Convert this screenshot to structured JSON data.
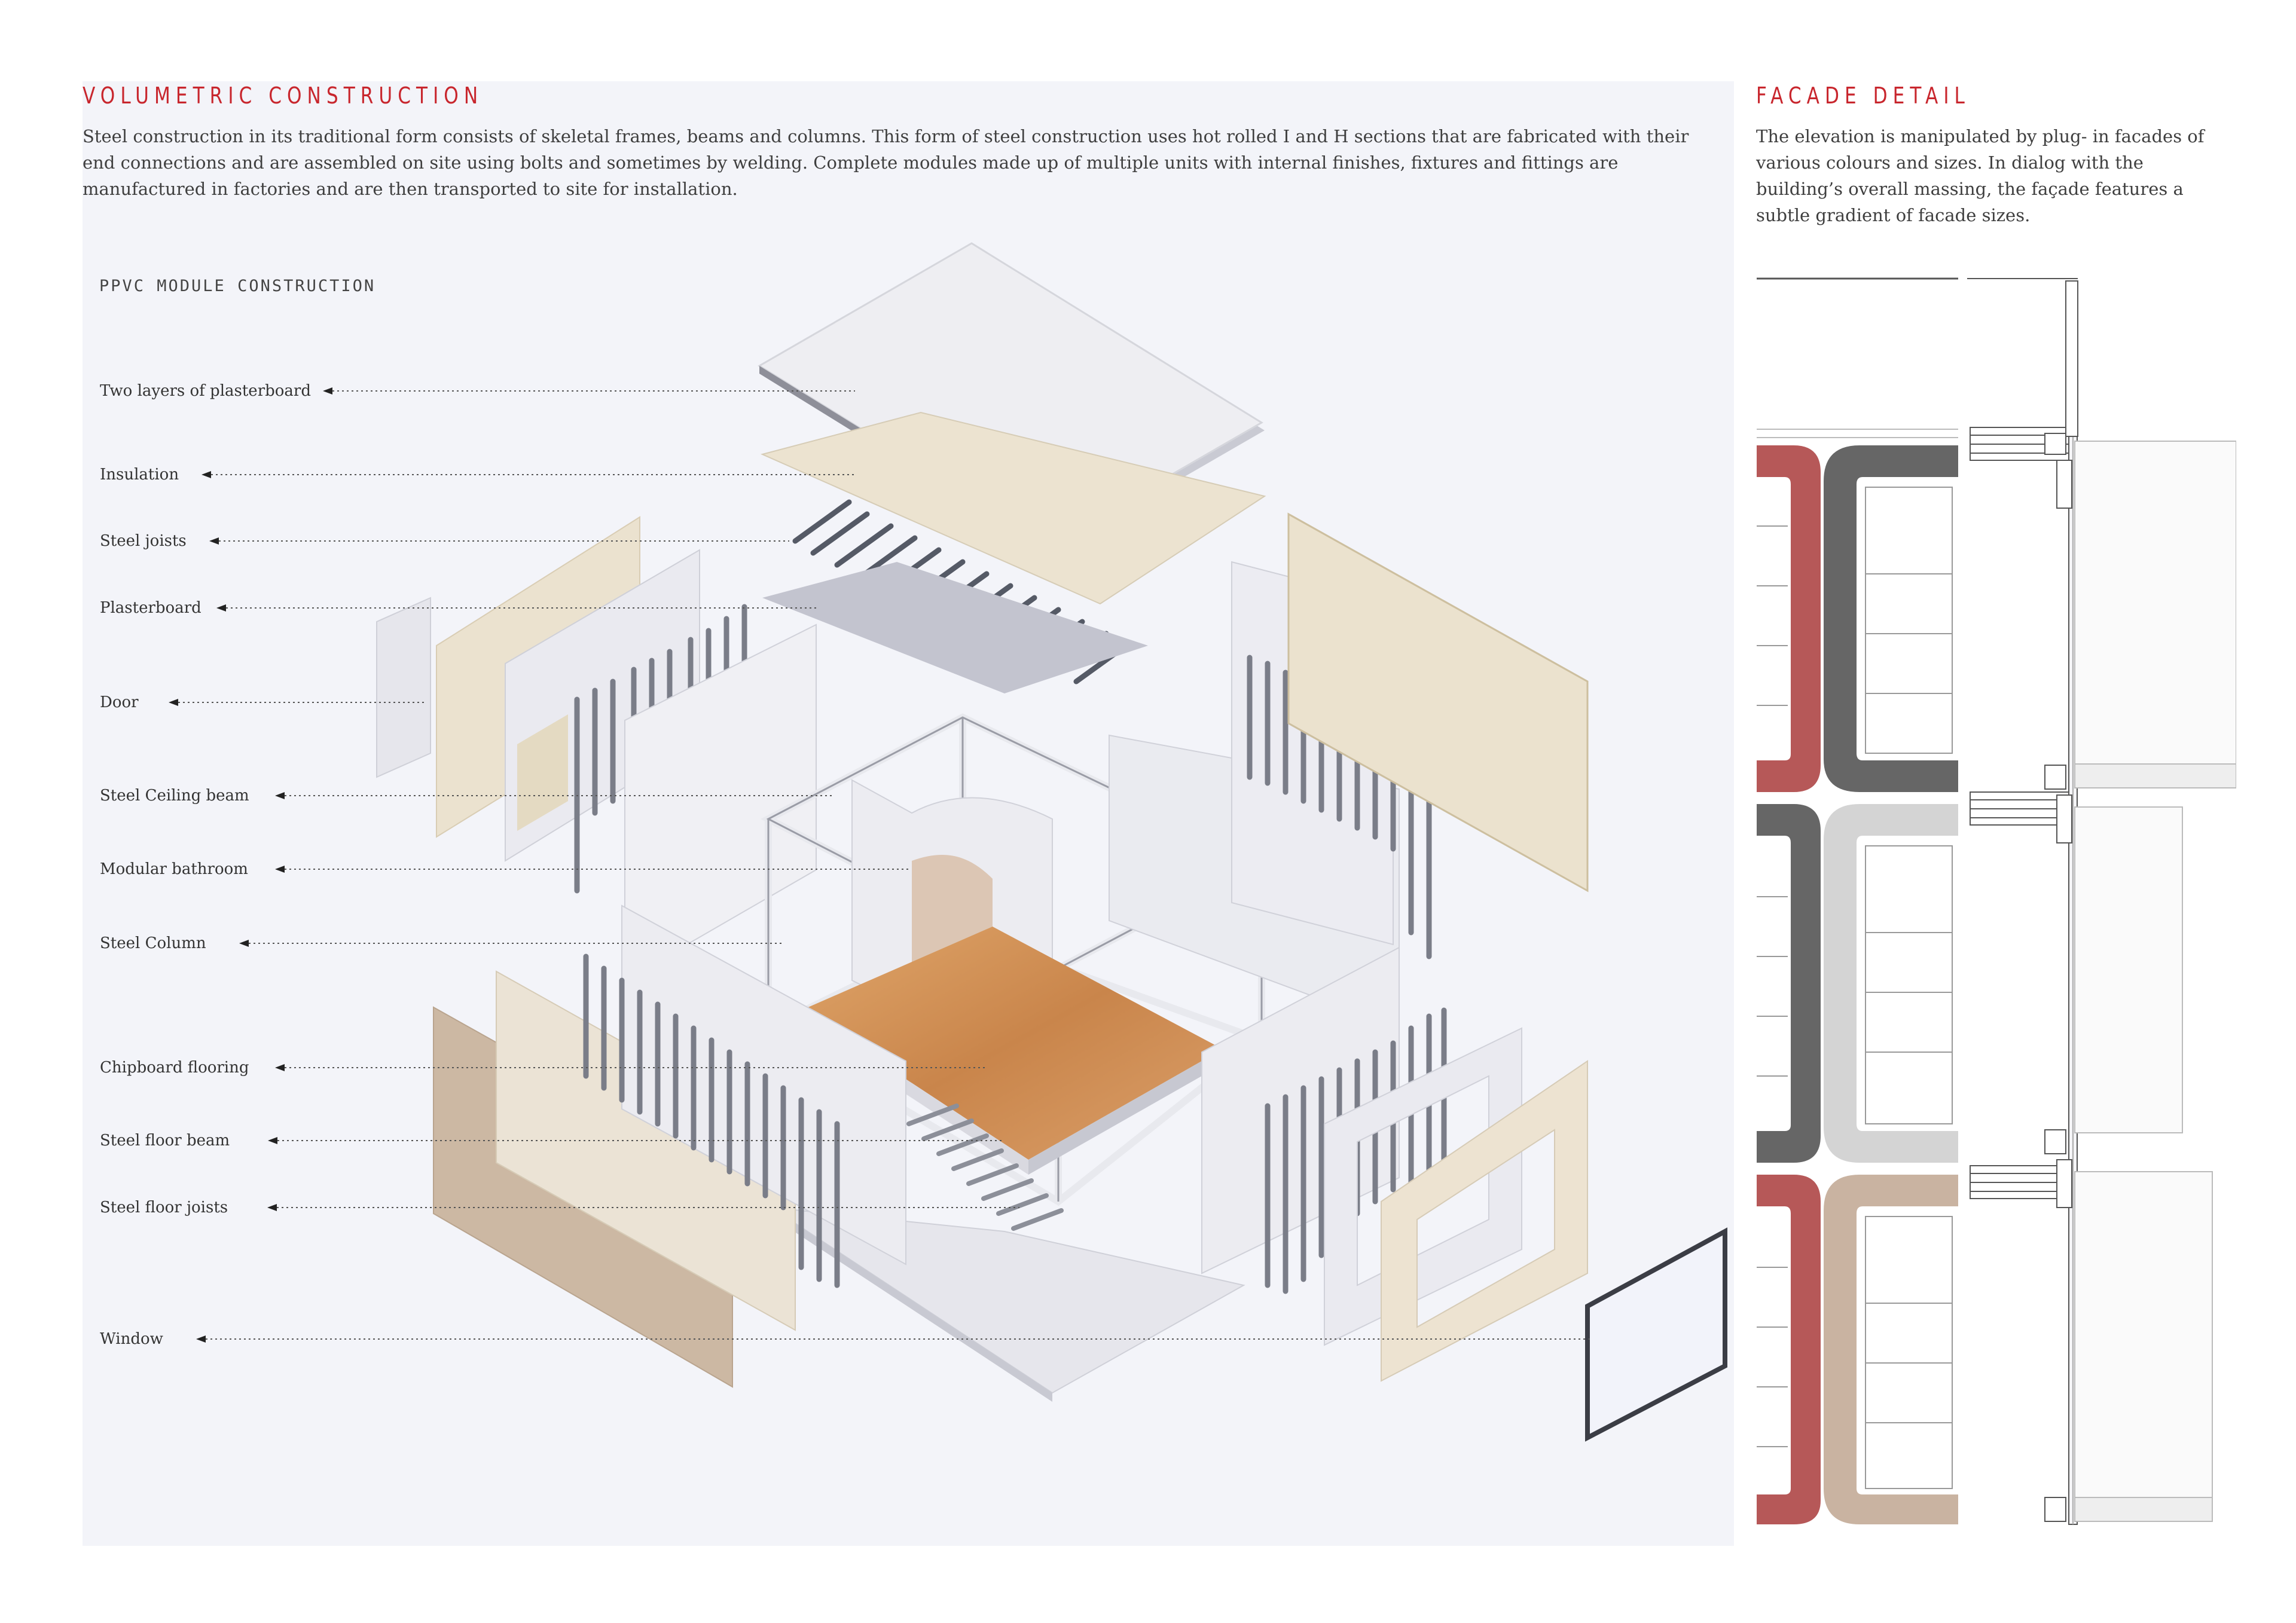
{
  "volumetric": {
    "heading": "VOLUMETRIC CONSTRUCTION",
    "body": "Steel construction in its traditional form consists of skeletal frames, beams and columns. This form of steel construction uses hot rolled I and H sections that are fabricated with their end connections and are assembled on site using bolts and sometimes by welding. Complete modules made up of multiple units with internal finishes, fixtures and fittings are manufactured in factories and are then transported to site for installation."
  },
  "diagram": {
    "title": "PPVC MODULE CONSTRUCTION",
    "callouts": [
      {
        "label": "Two layers of plasterboard"
      },
      {
        "label": "Insulation"
      },
      {
        "label": "Steel joists"
      },
      {
        "label": "Plasterboard"
      },
      {
        "label": "Door"
      },
      {
        "label": "Steel Ceiling beam"
      },
      {
        "label": "Modular bathroom"
      },
      {
        "label": "Steel Column"
      },
      {
        "label": "Chipboard flooring"
      },
      {
        "label": "Steel floor beam"
      },
      {
        "label": "Steel floor joists"
      },
      {
        "label": "Window"
      }
    ]
  },
  "facade": {
    "heading": "FACADE DETAIL",
    "body": "The elevation is manipulated by plug- in facades of various colours and sizes. In dialog with the building’s overall massing, the façade features a subtle gradient of facade sizes."
  },
  "colors": {
    "accent_red": "#c8262d",
    "panel_red": "#b65858",
    "panel_dark_grey": "#666666",
    "panel_light_grey": "#d4d4d4",
    "panel_beige": "#c9b3a1",
    "wood_floor": "#cf8f57",
    "background_panel": "#f3f4f9"
  }
}
